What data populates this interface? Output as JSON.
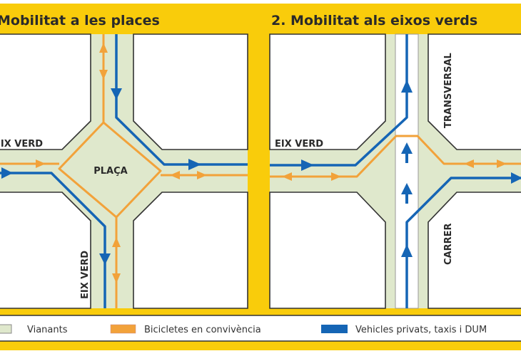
{
  "panels": [
    {
      "title": "Mobilitat a les places",
      "labels": {
        "horizontal_street": "EIX VERD",
        "square": "PLAÇA",
        "vertical_street": "EIX VERD"
      }
    },
    {
      "title": "2. Mobilitat als eixos verds",
      "labels": {
        "horizontal_street": "EIX VERD",
        "vertical_top": "TRANSVERSAL",
        "vertical_bottom": "CARRER"
      }
    }
  ],
  "legend": [
    {
      "label": "Vianants",
      "color": "#dfe8cc"
    },
    {
      "label": "Bicicletes en convivència",
      "color": "#f2a23a"
    },
    {
      "label": "Vehicles privats, taxis i DUM",
      "color": "#1565b5"
    }
  ],
  "colors": {
    "frame": "#f9cc0b",
    "pedestrian": "#dfe8cc",
    "bicycle": "#f2a23a",
    "vehicle": "#1565b5"
  }
}
